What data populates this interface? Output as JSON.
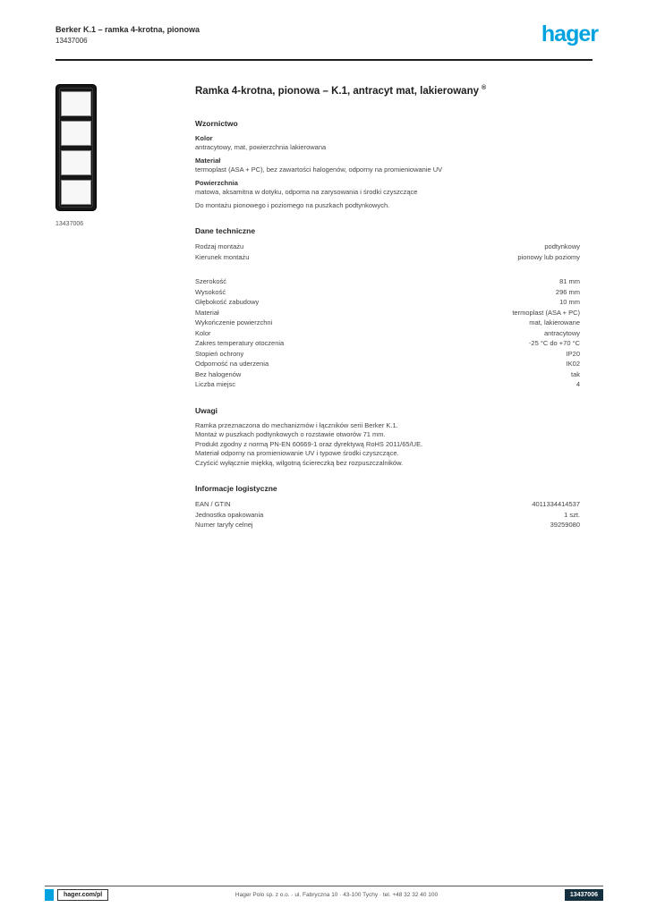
{
  "brand": {
    "logo_text": "hager",
    "logo_color": "#00A3E0"
  },
  "header": {
    "line1": "Berker K.1 – ramka 4-krotna, pionowa",
    "line2": "13437006"
  },
  "product_image": {
    "caption": "13437006"
  },
  "main": {
    "title": "Ramka 4-krotna, pionowa – K.1, antracyt mat, lakierowany",
    "title_badge": "®",
    "sections": {
      "design": {
        "heading": "Wzornictwo",
        "rows": [
          {
            "label": "Kolor",
            "value": "antracytowy, mat, powierzchnia lakierowana"
          },
          {
            "label": "Materiał",
            "value": "termoplast (ASA + PC), bez zawartości halogenów, odporny na promieniowanie UV"
          },
          {
            "label": "Powierzchnia",
            "value": "matowa, aksamitna w dotyku, odporna na zarysowania i środki czyszczące"
          }
        ],
        "note": "Do montażu pionowego i poziomego na puszkach podtynkowych."
      },
      "basic": {
        "heading": "Dane techniczne",
        "rows": [
          {
            "label": "Rodzaj montażu",
            "value": "podtynkowy"
          },
          {
            "label": "Kierunek montażu",
            "value": "pionowy lub poziomy"
          }
        ]
      },
      "specs": {
        "rows": [
          {
            "label": "Szerokość",
            "value": "81 mm"
          },
          {
            "label": "Wysokość",
            "value": "296 mm"
          },
          {
            "label": "Głębokość zabudowy",
            "value": "10 mm"
          },
          {
            "label": "Materiał",
            "value": "termoplast (ASA + PC)"
          },
          {
            "label": "Wykończenie powierzchni",
            "value": "mat, lakierowane"
          },
          {
            "label": "Kolor",
            "value": "antracytowy"
          },
          {
            "label": "Zakres temperatury otoczenia",
            "value": "-25 °C do +70 °C"
          },
          {
            "label": "Stopień ochrony",
            "value": "IP20"
          },
          {
            "label": "Odporność na uderzenia",
            "value": "IK02"
          },
          {
            "label": "Bez halogenów",
            "value": "tak"
          },
          {
            "label": "Liczba miejsc",
            "value": "4"
          }
        ]
      },
      "notes": {
        "heading": "Uwagi",
        "lines": [
          "Ramka przeznaczona do mechanizmów i łączników serii Berker K.1.",
          "Montaż w puszkach podtynkowych o rozstawie otworów 71 mm.",
          "Produkt zgodny z normą PN-EN 60669-1 oraz dyrektywą RoHS 2011/65/UE.",
          "Materiał odporny na promieniowanie UV i typowe środki czyszczące.",
          "Czyścić wyłącznie miękką, wilgotną ściereczką bez rozpuszczalników."
        ]
      },
      "logistics": {
        "heading": "Informacje logistyczne",
        "rows": [
          {
            "label": "EAN / GTIN",
            "value": "4011334414537"
          },
          {
            "label": "Jednostka opakowania",
            "value": "1 szt."
          },
          {
            "label": "Numer taryfy celnej",
            "value": "39259080"
          }
        ]
      }
    }
  },
  "footer": {
    "website": "hager.com/pl",
    "company_line": "Hager Polo sp. z o.o. · ul. Fabryczna 10 · 43-100 Tychy · tel. +48 32 32 40 100",
    "page_ref": "13437006"
  }
}
